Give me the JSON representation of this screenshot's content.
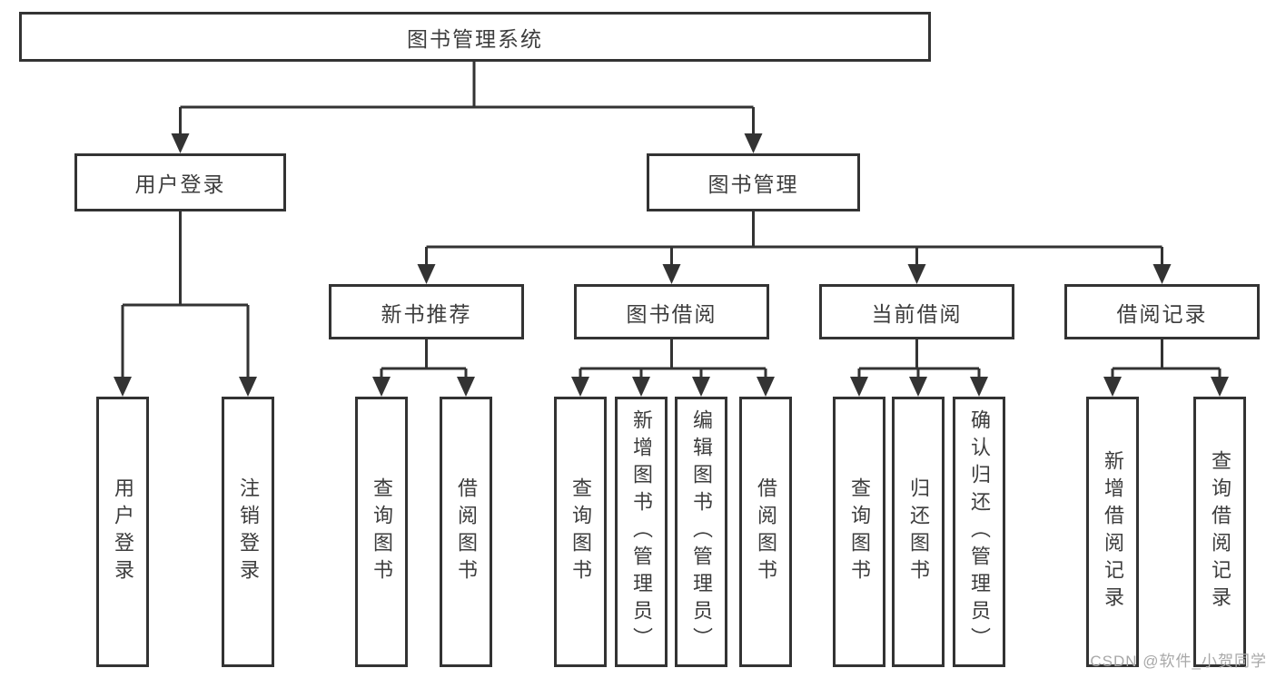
{
  "nodes": {
    "root": "图书管理系统",
    "user_login": "用户登录",
    "book_management": "图书管理",
    "new_book_recommend": "新书推荐",
    "book_borrow": "图书借阅",
    "current_borrow": "当前借阅",
    "borrow_records": "借阅记录",
    "user_login_children": [
      "用户登录",
      "注销登录"
    ],
    "new_book_children": [
      "查询图书",
      "借阅图书"
    ],
    "book_borrow_children": [
      "查询图书",
      "新增图书（管理员）",
      "编辑图书（管理员）",
      "借阅图书"
    ],
    "current_borrow_children": [
      "查询图书",
      "归还图书",
      "确认归还（管理员）"
    ],
    "borrow_records_children": [
      "新增借阅记录",
      "查询借阅记录"
    ]
  },
  "watermark": {
    "text": "CSDN @软件_小贺同学"
  },
  "colors": {
    "line": "#333333",
    "text": "#3d3d3d",
    "watermark": "#a8a8a8",
    "background": "#ffffff"
  }
}
